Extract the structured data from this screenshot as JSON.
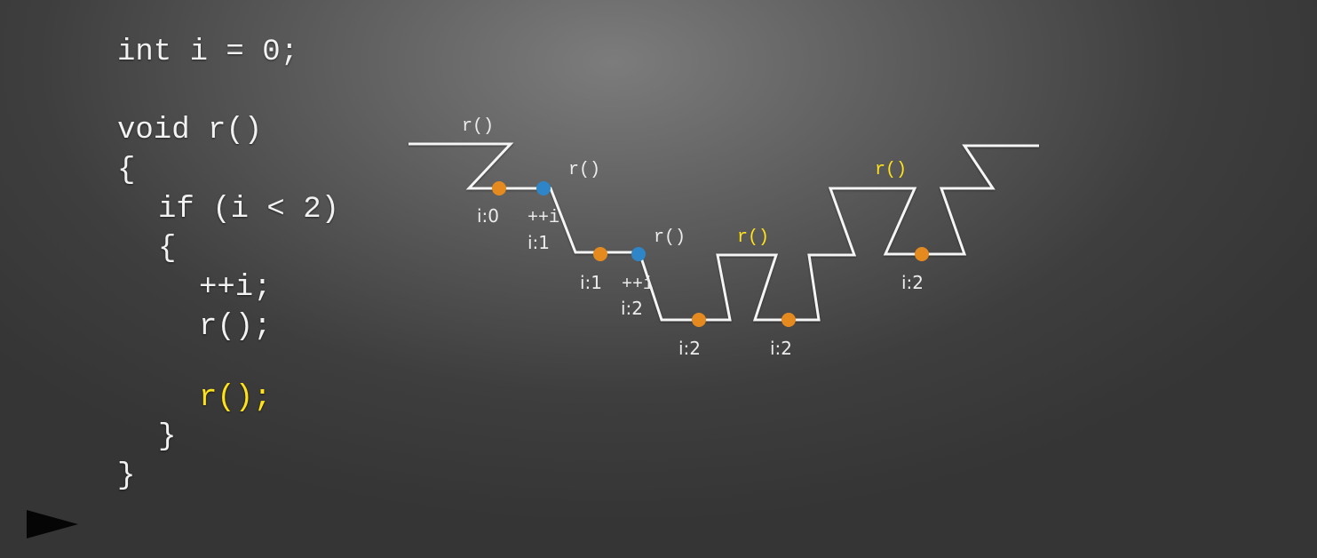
{
  "code": {
    "lines": [
      "int i = 0;",
      "void r()",
      "{",
      "if (i < 2)",
      "{",
      "++i;",
      "r();",
      "r();",
      "}",
      "}"
    ],
    "highlight_line": 7,
    "highlight_color": "#ffe21a"
  },
  "diagram": {
    "call_labels": [
      "r()",
      "r()",
      "r()",
      "r()",
      "r()"
    ],
    "highlighted_call_labels": [
      3,
      4
    ],
    "increment_labels": [
      "++i",
      "++i"
    ],
    "value_labels": [
      "i:0",
      "i:1",
      "i:1",
      "i:2",
      "i:2",
      "i:2",
      "i:2"
    ],
    "dot_colors": {
      "check": "#e58a1f",
      "increment": "#2e86c8"
    },
    "line_color": "#f5f5f5"
  },
  "controls": {
    "play_icon": "play-triangle-icon"
  }
}
